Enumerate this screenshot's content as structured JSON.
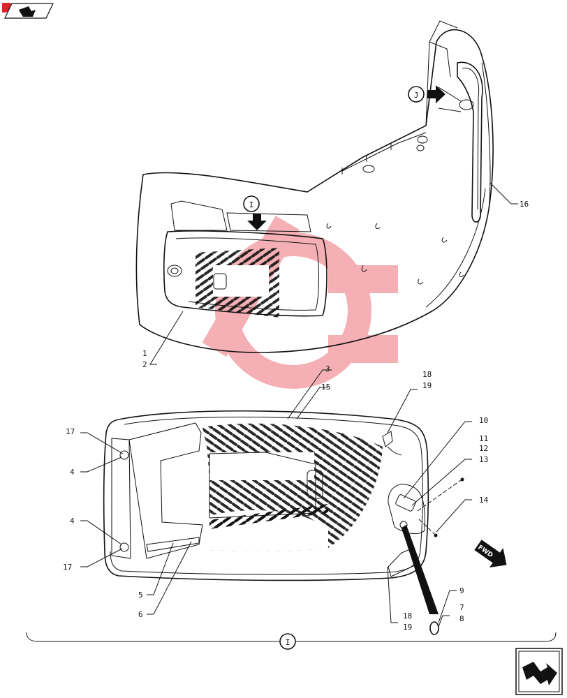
{
  "colors": {
    "accent": "#e0202a",
    "watermark": "#f2a7a7",
    "line": "#111111"
  },
  "icons": {
    "top_nav": "book-arrow-icon",
    "bottom_nav": "next-page-arrow-icon"
  },
  "detail_views": {
    "i": "I",
    "j": "J"
  },
  "direction_label": "FWD",
  "callouts": {
    "c1": "1",
    "c2": "2",
    "c3": "3",
    "c15": "15",
    "c16": "16",
    "c17a": "17",
    "c4a": "4",
    "c4b": "4",
    "c17b": "17",
    "c5": "5",
    "c6": "6",
    "c18a": "18",
    "c19a": "19",
    "c10": "10",
    "c11": "11",
    "c12": "12",
    "c13": "13",
    "c14": "14",
    "c9": "9",
    "c7": "7",
    "c8": "8",
    "c18b": "18",
    "c19b": "19"
  }
}
